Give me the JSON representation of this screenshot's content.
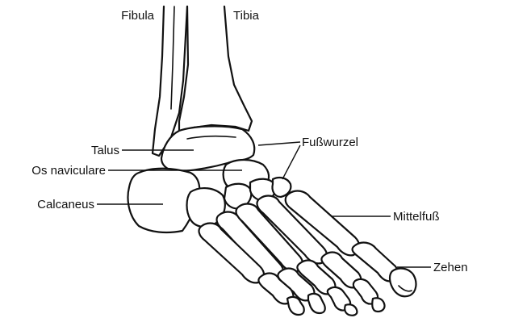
{
  "labels": {
    "fibula": "Fibula",
    "tibia": "Tibia",
    "talus": "Talus",
    "os_naviculare": "Os naviculare",
    "calcaneus": "Calcaneus",
    "fusswurzel": "Fußwurzel",
    "mittelfuss": "Mittelfuß",
    "zehen": "Zehen"
  },
  "colors": {
    "line": "#111111",
    "background": "#ffffff"
  }
}
